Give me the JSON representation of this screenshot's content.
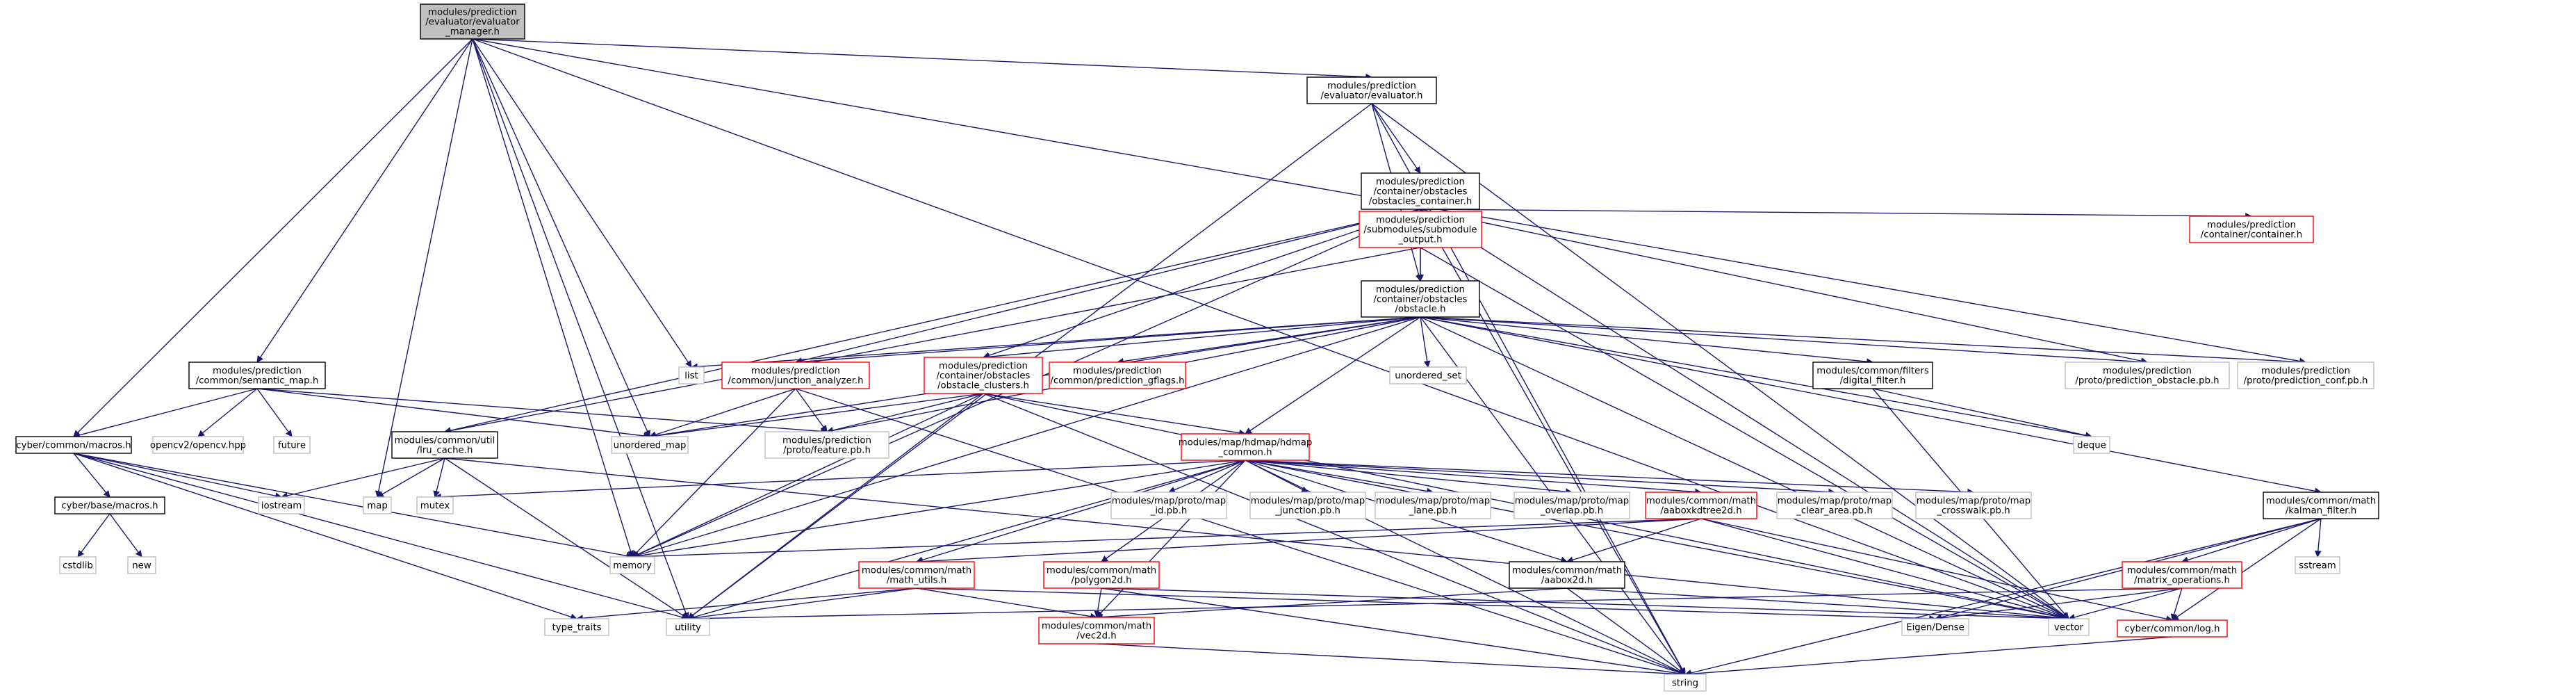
{
  "colors": {
    "edge": "#191970",
    "root_fill": "#bfbfbf",
    "root_border": "#000000",
    "normal_border": "#000000",
    "truncated_border": "#ff0000",
    "external_border": "#bfbfbf",
    "background": "#ffffff"
  },
  "nodes": [
    {
      "id": "root",
      "kind": "root",
      "lines": [
        "modules/prediction",
        "/evaluator/evaluator",
        "_manager.h"
      ]
    },
    {
      "id": "evaluator_h",
      "kind": "normal",
      "lines": [
        "modules/prediction",
        "/evaluator/evaluator.h"
      ]
    },
    {
      "id": "obstacles_container",
      "kind": "normal",
      "lines": [
        "modules/prediction",
        "/container/obstacles",
        "/obstacles_container.h"
      ]
    },
    {
      "id": "submodule_output",
      "kind": "truncated",
      "lines": [
        "modules/prediction",
        "/submodules/submodule",
        "_output.h"
      ]
    },
    {
      "id": "container_h",
      "kind": "truncated",
      "lines": [
        "modules/prediction",
        "/container/container.h"
      ]
    },
    {
      "id": "obstacle_h",
      "kind": "normal",
      "lines": [
        "modules/prediction",
        "/container/obstacles",
        "/obstacle.h"
      ]
    },
    {
      "id": "semantic_map",
      "kind": "normal",
      "lines": [
        "modules/prediction",
        "/common/semantic_map.h"
      ]
    },
    {
      "id": "list",
      "kind": "external",
      "lines": [
        "list"
      ]
    },
    {
      "id": "junction_analyzer",
      "kind": "truncated",
      "lines": [
        "modules/prediction",
        "/common/junction_analyzer.h"
      ]
    },
    {
      "id": "obstacle_clusters",
      "kind": "truncated",
      "lines": [
        "modules/prediction",
        "/container/obstacles",
        "/obstacle_clusters.h"
      ]
    },
    {
      "id": "prediction_gflags",
      "kind": "truncated",
      "lines": [
        "modules/prediction",
        "/common/prediction_gflags.h"
      ]
    },
    {
      "id": "unordered_set",
      "kind": "external",
      "lines": [
        "unordered_set"
      ]
    },
    {
      "id": "digital_filter",
      "kind": "normal",
      "lines": [
        "modules/common/filters",
        "/digital_filter.h"
      ]
    },
    {
      "id": "prediction_obstacle_pb",
      "kind": "external",
      "lines": [
        "modules/prediction",
        "/proto/prediction_obstacle.pb.h"
      ]
    },
    {
      "id": "prediction_conf_pb",
      "kind": "external",
      "lines": [
        "modules/prediction",
        "/proto/prediction_conf.pb.h"
      ]
    },
    {
      "id": "macros_h",
      "kind": "normal",
      "lines": [
        "cyber/common/macros.h"
      ]
    },
    {
      "id": "opencv",
      "kind": "external",
      "lines": [
        "opencv2/opencv.hpp"
      ]
    },
    {
      "id": "future",
      "kind": "external",
      "lines": [
        "future"
      ]
    },
    {
      "id": "lru_cache",
      "kind": "normal",
      "lines": [
        "modules/common/util",
        "/lru_cache.h"
      ]
    },
    {
      "id": "unordered_map",
      "kind": "external",
      "lines": [
        "unordered_map"
      ]
    },
    {
      "id": "feature_pb",
      "kind": "external",
      "lines": [
        "modules/prediction",
        "/proto/feature.pb.h"
      ]
    },
    {
      "id": "hdmap_common",
      "kind": "truncated",
      "lines": [
        "modules/map/hdmap/hdmap",
        "_common.h"
      ]
    },
    {
      "id": "deque",
      "kind": "external",
      "lines": [
        "deque"
      ]
    },
    {
      "id": "base_macros",
      "kind": "normal",
      "lines": [
        "cyber/base/macros.h"
      ]
    },
    {
      "id": "iostream",
      "kind": "external",
      "lines": [
        "iostream"
      ]
    },
    {
      "id": "map",
      "kind": "external",
      "lines": [
        "map"
      ]
    },
    {
      "id": "mutex",
      "kind": "external",
      "lines": [
        "mutex"
      ]
    },
    {
      "id": "map_id_pb",
      "kind": "external",
      "lines": [
        "modules/map/proto/map",
        "_id.pb.h"
      ]
    },
    {
      "id": "map_junction_pb",
      "kind": "external",
      "lines": [
        "modules/map/proto/map",
        "_junction.pb.h"
      ]
    },
    {
      "id": "map_lane_pb",
      "kind": "external",
      "lines": [
        "modules/map/proto/map",
        "_lane.pb.h"
      ]
    },
    {
      "id": "map_overlap_pb",
      "kind": "external",
      "lines": [
        "modules/map/proto/map",
        "_overlap.pb.h"
      ]
    },
    {
      "id": "aaboxkdtree2d",
      "kind": "truncated",
      "lines": [
        "modules/common/math",
        "/aaboxkdtree2d.h"
      ]
    },
    {
      "id": "map_clear_area_pb",
      "kind": "external",
      "lines": [
        "modules/map/proto/map",
        "_clear_area.pb.h"
      ]
    },
    {
      "id": "map_crosswalk_pb",
      "kind": "external",
      "lines": [
        "modules/map/proto/map",
        "_crosswalk.pb.h"
      ]
    },
    {
      "id": "kalman_filter",
      "kind": "normal",
      "lines": [
        "modules/common/math",
        "/kalman_filter.h"
      ]
    },
    {
      "id": "cstdlib",
      "kind": "external",
      "lines": [
        "cstdlib"
      ]
    },
    {
      "id": "new",
      "kind": "external",
      "lines": [
        "new"
      ]
    },
    {
      "id": "memory",
      "kind": "external",
      "lines": [
        "memory"
      ]
    },
    {
      "id": "math_utils",
      "kind": "truncated",
      "lines": [
        "modules/common/math",
        "/math_utils.h"
      ]
    },
    {
      "id": "polygon2d",
      "kind": "truncated",
      "lines": [
        "modules/common/math",
        "/polygon2d.h"
      ]
    },
    {
      "id": "aabox2d",
      "kind": "normal",
      "lines": [
        "modules/common/math",
        "/aabox2d.h"
      ]
    },
    {
      "id": "matrix_operations",
      "kind": "truncated",
      "lines": [
        "modules/common/math",
        "/matrix_operations.h"
      ]
    },
    {
      "id": "sstream",
      "kind": "external",
      "lines": [
        "sstream"
      ]
    },
    {
      "id": "type_traits",
      "kind": "external",
      "lines": [
        "type_traits"
      ]
    },
    {
      "id": "utility",
      "kind": "external",
      "lines": [
        "utility"
      ]
    },
    {
      "id": "vec2d",
      "kind": "truncated",
      "lines": [
        "modules/common/math",
        "/vec2d.h"
      ]
    },
    {
      "id": "eigen_dense",
      "kind": "external",
      "lines": [
        "Eigen/Dense"
      ]
    },
    {
      "id": "vector",
      "kind": "external",
      "lines": [
        "vector"
      ]
    },
    {
      "id": "log_h",
      "kind": "truncated",
      "lines": [
        "cyber/common/log.h"
      ]
    },
    {
      "id": "string",
      "kind": "external",
      "lines": [
        "string"
      ]
    }
  ],
  "edges": [
    [
      "root",
      "evaluator_h"
    ],
    [
      "root",
      "semantic_map"
    ],
    [
      "root",
      "macros_h"
    ],
    [
      "root",
      "list"
    ],
    [
      "root",
      "unordered_map"
    ],
    [
      "root",
      "map"
    ],
    [
      "root",
      "memory"
    ],
    [
      "root",
      "utility"
    ],
    [
      "root",
      "vector"
    ],
    [
      "root",
      "prediction_conf_pb"
    ],
    [
      "evaluator_h",
      "obstacles_container"
    ],
    [
      "evaluator_h",
      "obstacle_h"
    ],
    [
      "evaluator_h",
      "utility"
    ],
    [
      "evaluator_h",
      "vector"
    ],
    [
      "evaluator_h",
      "string"
    ],
    [
      "obstacles_container",
      "submodule_output"
    ],
    [
      "obstacles_container",
      "container_h"
    ],
    [
      "obstacles_container",
      "obstacle_h"
    ],
    [
      "obstacles_container",
      "junction_analyzer"
    ],
    [
      "obstacles_container",
      "obstacle_clusters"
    ],
    [
      "obstacles_container",
      "lru_cache"
    ],
    [
      "obstacles_container",
      "prediction_obstacle_pb"
    ],
    [
      "obstacles_container",
      "memory"
    ],
    [
      "obstacles_container",
      "vector"
    ],
    [
      "obstacles_container",
      "string"
    ],
    [
      "submodule_output",
      "obstacle_h"
    ],
    [
      "submodule_output",
      "lru_cache"
    ],
    [
      "submodule_output",
      "vector"
    ],
    [
      "obstacle_h",
      "list"
    ],
    [
      "obstacle_h",
      "junction_analyzer"
    ],
    [
      "obstacle_h",
      "obstacle_clusters"
    ],
    [
      "obstacle_h",
      "prediction_gflags"
    ],
    [
      "obstacle_h",
      "unordered_set"
    ],
    [
      "obstacle_h",
      "digital_filter"
    ],
    [
      "obstacle_h",
      "prediction_obstacle_pb"
    ],
    [
      "obstacle_h",
      "prediction_conf_pb"
    ],
    [
      "obstacle_h",
      "feature_pb"
    ],
    [
      "obstacle_h",
      "hdmap_common"
    ],
    [
      "obstacle_h",
      "kalman_filter"
    ],
    [
      "obstacle_h",
      "deque"
    ],
    [
      "obstacle_h",
      "memory"
    ],
    [
      "obstacle_h",
      "vector"
    ],
    [
      "obstacle_h",
      "string"
    ],
    [
      "obstacle_h",
      "unordered_map"
    ],
    [
      "semantic_map",
      "macros_h"
    ],
    [
      "semantic_map",
      "opencv"
    ],
    [
      "semantic_map",
      "future"
    ],
    [
      "semantic_map",
      "unordered_map"
    ],
    [
      "semantic_map",
      "feature_pb"
    ],
    [
      "junction_analyzer",
      "unordered_map"
    ],
    [
      "junction_analyzer",
      "feature_pb"
    ],
    [
      "junction_analyzer",
      "memory"
    ],
    [
      "junction_analyzer",
      "string"
    ],
    [
      "obstacle_clusters",
      "unordered_map"
    ],
    [
      "obstacle_clusters",
      "feature_pb"
    ],
    [
      "obstacle_clusters",
      "hdmap_common"
    ],
    [
      "obstacle_clusters",
      "memory"
    ],
    [
      "obstacle_clusters",
      "utility"
    ],
    [
      "obstacle_clusters",
      "string"
    ],
    [
      "obstacle_clusters",
      "vector"
    ],
    [
      "digital_filter",
      "deque"
    ],
    [
      "digital_filter",
      "vector"
    ],
    [
      "macros_h",
      "base_macros"
    ],
    [
      "macros_h",
      "iostream"
    ],
    [
      "macros_h",
      "memory"
    ],
    [
      "macros_h",
      "type_traits"
    ],
    [
      "macros_h",
      "utility"
    ],
    [
      "lru_cache",
      "iostream"
    ],
    [
      "lru_cache",
      "map"
    ],
    [
      "lru_cache",
      "mutex"
    ],
    [
      "lru_cache",
      "utility"
    ],
    [
      "lru_cache",
      "vector"
    ],
    [
      "hdmap_common",
      "map_id_pb"
    ],
    [
      "hdmap_common",
      "map_junction_pb"
    ],
    [
      "hdmap_common",
      "map_lane_pb"
    ],
    [
      "hdmap_common",
      "map_overlap_pb"
    ],
    [
      "hdmap_common",
      "aaboxkdtree2d"
    ],
    [
      "hdmap_common",
      "map_clear_area_pb"
    ],
    [
      "hdmap_common",
      "map_crosswalk_pb"
    ],
    [
      "hdmap_common",
      "mutex"
    ],
    [
      "hdmap_common",
      "memory"
    ],
    [
      "hdmap_common",
      "math_utils"
    ],
    [
      "hdmap_common",
      "polygon2d"
    ],
    [
      "hdmap_common",
      "aabox2d"
    ],
    [
      "hdmap_common",
      "utility"
    ],
    [
      "hdmap_common",
      "vec2d"
    ],
    [
      "hdmap_common",
      "vector"
    ],
    [
      "hdmap_common",
      "string"
    ],
    [
      "base_macros",
      "cstdlib"
    ],
    [
      "base_macros",
      "new"
    ],
    [
      "aaboxkdtree2d",
      "memory"
    ],
    [
      "aaboxkdtree2d",
      "aabox2d"
    ],
    [
      "aaboxkdtree2d",
      "math_utils"
    ],
    [
      "aaboxkdtree2d",
      "log_h"
    ],
    [
      "aaboxkdtree2d",
      "vector"
    ],
    [
      "kalman_filter",
      "matrix_operations"
    ],
    [
      "kalman_filter",
      "sstream"
    ],
    [
      "kalman_filter",
      "eigen_dense"
    ],
    [
      "kalman_filter",
      "log_h"
    ],
    [
      "kalman_filter",
      "string"
    ],
    [
      "math_utils",
      "type_traits"
    ],
    [
      "math_utils",
      "utility"
    ],
    [
      "math_utils",
      "vec2d"
    ],
    [
      "math_utils",
      "eigen_dense"
    ],
    [
      "polygon2d",
      "vec2d"
    ],
    [
      "polygon2d",
      "vector"
    ],
    [
      "polygon2d",
      "string"
    ],
    [
      "aabox2d",
      "vec2d"
    ],
    [
      "aabox2d",
      "vector"
    ],
    [
      "aabox2d",
      "string"
    ],
    [
      "matrix_operations",
      "utility"
    ],
    [
      "matrix_operations",
      "eigen_dense"
    ],
    [
      "matrix_operations",
      "log_h"
    ],
    [
      "matrix_operations",
      "vector"
    ],
    [
      "vec2d",
      "string"
    ],
    [
      "log_h",
      "string"
    ]
  ]
}
